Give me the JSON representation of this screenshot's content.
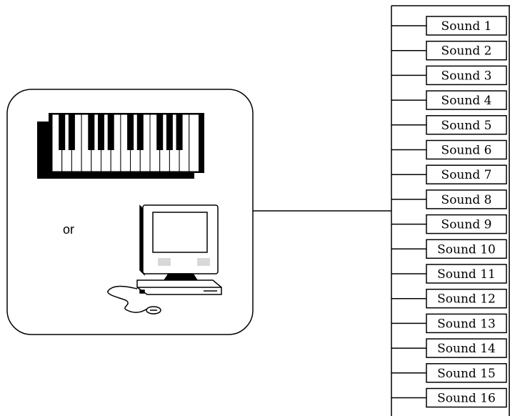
{
  "source": {
    "alternative_label": "or",
    "devices": [
      {
        "name": "keyboard-icon"
      },
      {
        "name": "computer-icon"
      }
    ]
  },
  "sounds": [
    "Sound 1",
    "Sound 2",
    "Sound 3",
    "Sound 4",
    "Sound 5",
    "Sound 6",
    "Sound 7",
    "Sound 8",
    "Sound 9",
    "Sound 10",
    "Sound 11",
    "Sound 12",
    "Sound 13",
    "Sound 14",
    "Sound 15",
    "Sound 16"
  ]
}
